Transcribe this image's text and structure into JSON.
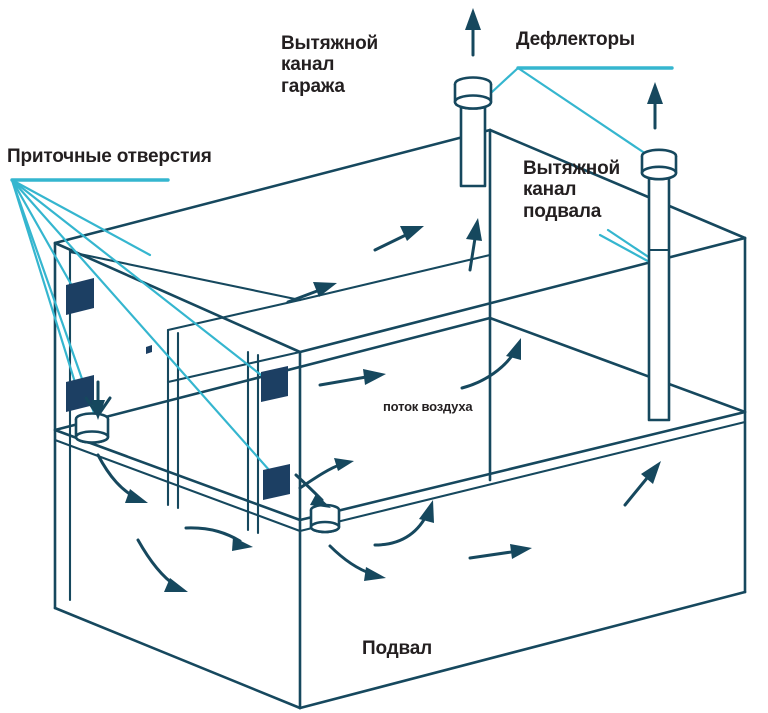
{
  "diagram": {
    "kind": "ventilation-scheme",
    "title_present": false,
    "colors": {
      "line_dark": "#1a4c63",
      "line_outline": "#123e52",
      "leader_cyan": "#35b6cf",
      "vent_fill": "#1c3f63",
      "text": "#231f20",
      "background": "#ffffff"
    },
    "labels": {
      "garage_duct": "Вытяжной\nканал\nгаража",
      "deflectors": "Дефлекторы",
      "intake_openings": "Приточные отверстия",
      "basement_duct": "Вытяжной\nканал\nподвала",
      "air_flow": "поток воздуха",
      "basement": "Подвал"
    },
    "parts": {
      "deflector_count": 2,
      "intake_vent_count": 5,
      "floor_duct_inlet_count": 2,
      "arrow_count": 14
    }
  }
}
